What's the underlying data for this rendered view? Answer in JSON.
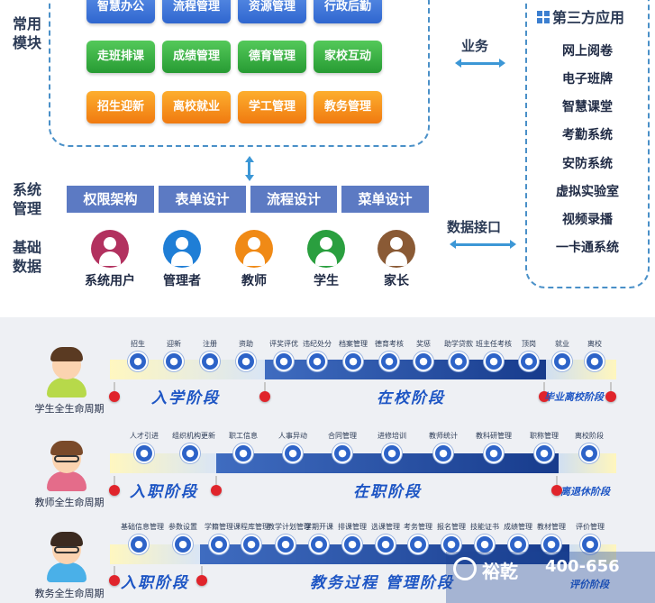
{
  "architecture": {
    "labels": {
      "common_modules": "常用模块",
      "system_management": "系统管理",
      "basic_data": "基础数据"
    },
    "modules": [
      {
        "label": "智慧办公",
        "color": "blue"
      },
      {
        "label": "流程管理",
        "color": "blue"
      },
      {
        "label": "资源管理",
        "color": "blue"
      },
      {
        "label": "行政后勤",
        "color": "blue"
      },
      {
        "label": "走班排课",
        "color": "green"
      },
      {
        "label": "成绩管理",
        "color": "green"
      },
      {
        "label": "德育管理",
        "color": "green"
      },
      {
        "label": "家校互动",
        "color": "green"
      },
      {
        "label": "招生迎新",
        "color": "orange"
      },
      {
        "label": "离校就业",
        "color": "orange"
      },
      {
        "label": "学工管理",
        "color": "orange"
      },
      {
        "label": "教务管理",
        "color": "orange"
      }
    ],
    "system_tools": [
      "权限架构",
      "表单设计",
      "流程设计",
      "菜单设计"
    ],
    "roles": [
      {
        "label": "系统用户",
        "color": "#b2315f"
      },
      {
        "label": "管理者",
        "color": "#1f7ed6"
      },
      {
        "label": "教师",
        "color": "#f08a16"
      },
      {
        "label": "学生",
        "color": "#2a9f3f"
      },
      {
        "label": "家长",
        "color": "#8a5a35"
      }
    ],
    "flows": {
      "business": "业务",
      "data_interface": "数据接口"
    },
    "third_party": {
      "title": "第三方应用",
      "items": [
        "网上阅卷",
        "电子班牌",
        "智慧课堂",
        "考勤系统",
        "安防系统",
        "虚拟实验室",
        "视频录播",
        "一卡通系统"
      ]
    }
  },
  "lifecycles": [
    {
      "person_label": "学生全生命周期",
      "stages": [
        "入学阶段",
        "在校阶段",
        "毕业离校阶段"
      ],
      "items": [
        "招生",
        "迎新",
        "注册",
        "资助",
        "评奖评优",
        "违纪处分",
        "档案管理",
        "德育考核",
        "奖惩",
        "助学贷款",
        "班主任考核",
        "顶岗",
        "就业",
        "离校"
      ]
    },
    {
      "person_label": "教师全生命周期",
      "stages": [
        "入职阶段",
        "在职阶段",
        "离退休阶段"
      ],
      "items": [
        "人才引进",
        "组织机构更新",
        "职工信息",
        "人事异动",
        "合同管理",
        "进修培训",
        "教师统计",
        "教科研管理",
        "职称管理",
        "离校阶段"
      ]
    },
    {
      "person_label": "教务全生命周期",
      "stages": [
        "入职阶段",
        "教务过程 管理阶段",
        "评价阶段"
      ],
      "items": [
        "基础信息管理",
        "参数设置",
        "学籍管理",
        "课程库管理",
        "教学计划管理",
        "学期开课",
        "排课管理",
        "选课管理",
        "考务管理",
        "报名管理",
        "技能证书",
        "成绩管理",
        "教材管理",
        "评价管理"
      ]
    }
  ],
  "watermark": {
    "brand": "裕乾",
    "phone": "400-656"
  }
}
